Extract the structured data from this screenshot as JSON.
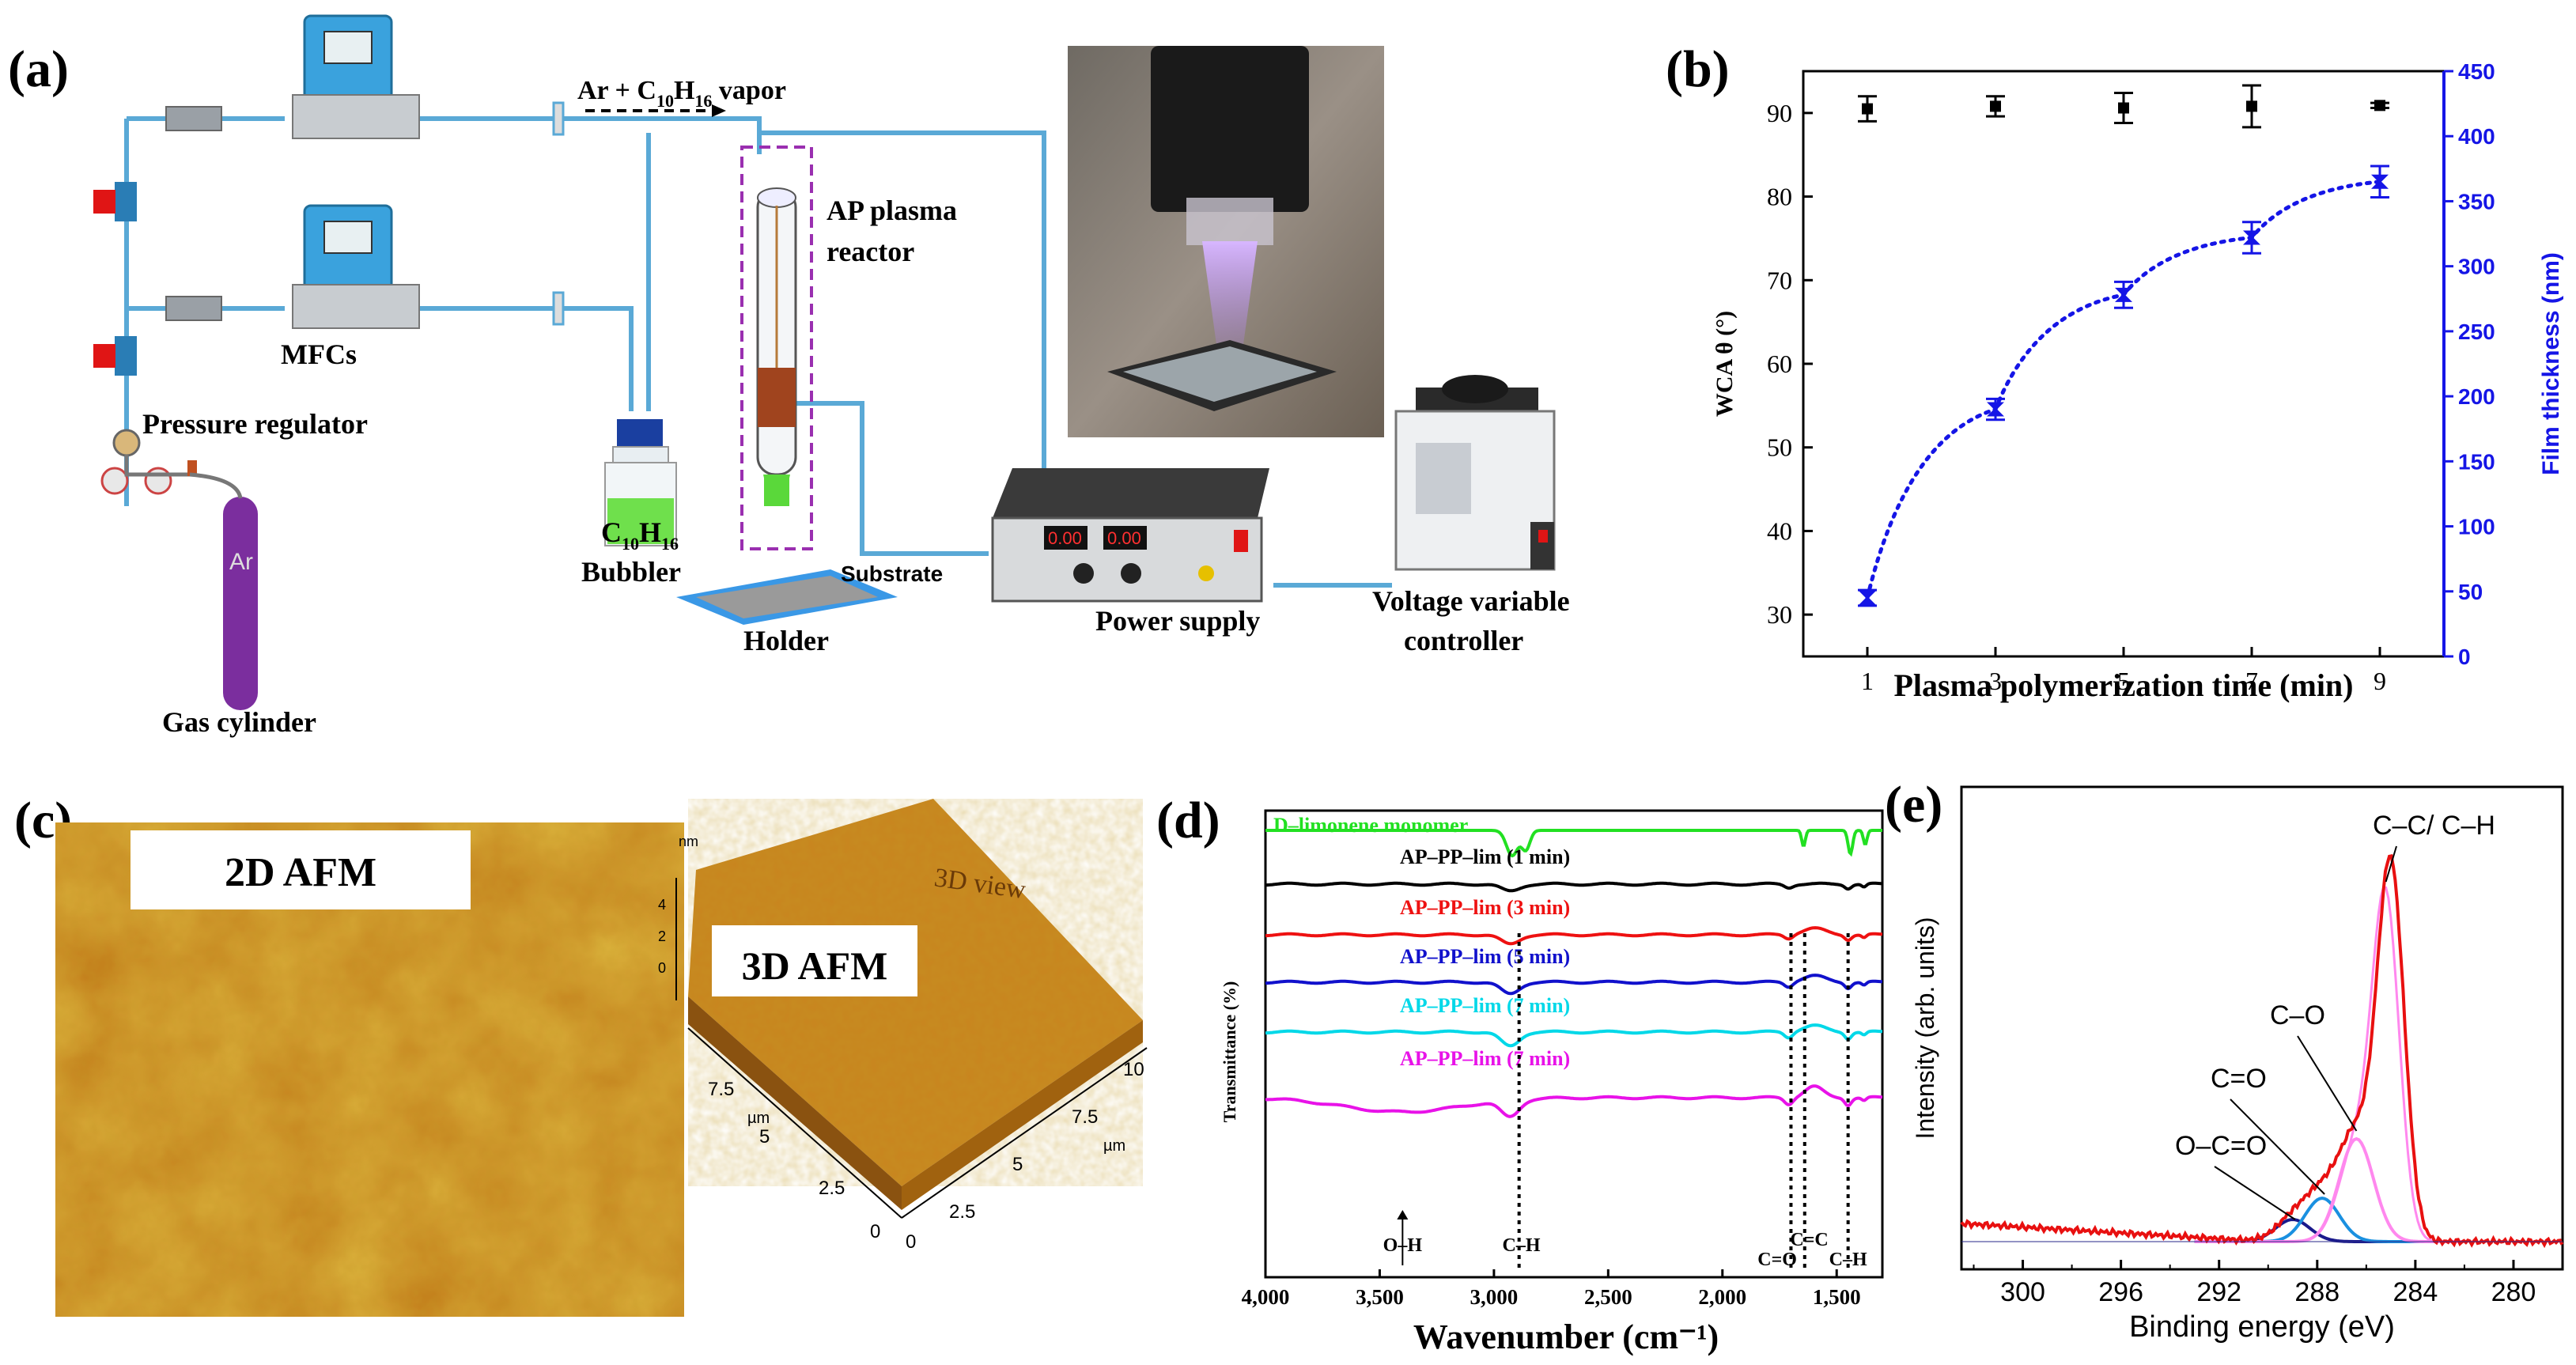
{
  "panel_labels": {
    "a": "(a)",
    "b": "(b)",
    "c": "(c)",
    "d": "(d)",
    "e": "(e)"
  },
  "panel_a": {
    "flow_label_prefix": "Ar + C",
    "flow_label_sub1": "10",
    "flow_label_mid": "H",
    "flow_label_sub2": "16",
    "flow_label_suffix": " vapor",
    "reactor_line1": "AP plasma",
    "reactor_line2": "reactor",
    "mfcs": "MFCs",
    "pressure_regulator": "Pressure regulator",
    "bubbler_formula_c": "C",
    "bubbler_formula_sub1": "10",
    "bubbler_formula_h": "H",
    "bubbler_formula_sub2": "16",
    "bubbler": "Bubbler",
    "substrate": "Substrate",
    "holder": "Holder",
    "power_supply": "Power supply",
    "voltage_line1": "Voltage variable",
    "voltage_line2": "controller",
    "gas_cylinder": "Gas cylinder",
    "cylinder_text": "Ar",
    "display1": "0.00",
    "display2": "0.00"
  },
  "panel_c": {
    "label_2d": "2D AFM",
    "label_3d": "3D AFM",
    "view_label": "3D view",
    "axis_ticks_right": [
      "0",
      "2.5",
      "5",
      "7.5",
      "10"
    ],
    "axis_ticks_left": [
      "2.5",
      "5",
      "7.5"
    ],
    "z_ticks": [
      "4",
      "2",
      "0"
    ],
    "z_unit": "nm",
    "axis_unit": "µm"
  },
  "chart_data": [
    {
      "id": "b",
      "type": "scatter",
      "xlabel": "Plasma polymerization time (min)",
      "ylabel": "WCA θ (°)",
      "ylabel_right": "Film thickness (nm)",
      "xlim": [
        0,
        10
      ],
      "ylim": [
        25,
        95
      ],
      "ylim_right": [
        0,
        450
      ],
      "x_ticks": [
        1,
        3,
        5,
        7,
        9
      ],
      "y_ticks": [
        30,
        40,
        50,
        60,
        70,
        80,
        90
      ],
      "y_ticks_right": [
        0,
        50,
        100,
        150,
        200,
        250,
        300,
        350,
        400,
        450
      ],
      "series": [
        {
          "axis": "left",
          "color": "#000000",
          "x": [
            1,
            3,
            5,
            7,
            9
          ],
          "y": [
            90.5,
            90.8,
            90.6,
            90.8,
            90.9
          ],
          "err": [
            1.5,
            1.2,
            1.8,
            2.5,
            0.3
          ]
        },
        {
          "axis": "right",
          "color": "#1515e6",
          "x": [
            1,
            3,
            5,
            7,
            9
          ],
          "y": [
            45,
            190,
            278,
            322,
            365
          ],
          "err": [
            6,
            8,
            10,
            12,
            12
          ]
        }
      ]
    },
    {
      "id": "d",
      "type": "line",
      "xlabel": "Wavenumber (cm⁻¹)",
      "ylabel": "Transmittance (%)",
      "xlim": [
        4000,
        1300
      ],
      "x_ticks": [
        4000,
        3500,
        3000,
        2500,
        2000,
        1500
      ],
      "x_tick_labels": [
        "4,000",
        "3,500",
        "3,000",
        "2,500",
        "2,000",
        "1,500"
      ],
      "series": [
        {
          "name": "D–limonene monomer",
          "color": "#22e022"
        },
        {
          "name": "AP–PP–lim (1 min)",
          "color": "#000000"
        },
        {
          "name": "AP–PP–lim (3 min)",
          "color": "#ee1111"
        },
        {
          "name": "AP–PP–lim (5 min)",
          "color": "#1111cc"
        },
        {
          "name": "AP–PP–lim (7 min)",
          "color": "#00d8e8"
        },
        {
          "name": "AP–PP–lim (7 min)",
          "color": "#e812e8"
        }
      ],
      "annotations": [
        "O–H",
        "C–H",
        "C=O",
        "C=C",
        "C–H"
      ]
    },
    {
      "id": "e",
      "type": "line",
      "xlabel": "Binding energy (eV)",
      "ylabel": "Intensity (arb. units)",
      "xlim": [
        302.5,
        278
      ],
      "x_ticks": [
        300,
        296,
        292,
        288,
        284,
        280
      ],
      "peaks": [
        {
          "name": "C–C/ C–H",
          "center": 285.0,
          "color": "#e81010"
        },
        {
          "name": "C–O",
          "center": 286.5,
          "color": "#ff88ee"
        },
        {
          "name": "C=O",
          "center": 287.8,
          "color": "#1a90e0"
        },
        {
          "name": "O–C=O",
          "center": 289.0,
          "color": "#1a1a8c"
        }
      ]
    }
  ]
}
